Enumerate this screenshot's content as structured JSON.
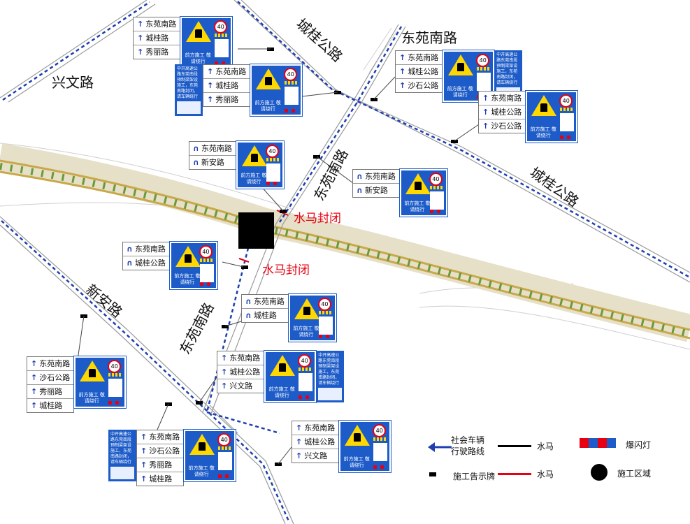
{
  "road_names": {
    "xingwen": "兴文路",
    "chenggui_top": "城桂公路",
    "dongyuan_top": "东苑南路",
    "dongyuan_mid": "东苑南路",
    "chenggui_right": "城桂公路",
    "xinan": "新安路",
    "dongyuan_bottom": "东苑南路"
  },
  "closure_labels": {
    "north": "水马封闭",
    "south": "水马封闭"
  },
  "sign_text": {
    "warning": "前方施工 敬请绕行",
    "speed": "40",
    "notice": "中开高速公路东莞南段预制梁架设施工，东苑南路封闭，请车辆绕行"
  },
  "signs": [
    {
      "id": "s1",
      "rows": [
        [
          "↑",
          "东苑南路"
        ],
        [
          "↑",
          "城桂路"
        ],
        [
          "↑",
          "秀丽路"
        ]
      ],
      "notice": false
    },
    {
      "id": "s2",
      "rows": [
        [
          "↑",
          "东苑南路"
        ],
        [
          "↑",
          "城桂路"
        ],
        [
          "↑",
          "秀丽路"
        ]
      ],
      "notice": true
    },
    {
      "id": "s3",
      "rows": [
        [
          "↑",
          "东苑南路"
        ],
        [
          "↑",
          "城桂公路"
        ],
        [
          "↑",
          "沙石公路"
        ]
      ],
      "notice": true
    },
    {
      "id": "s4",
      "rows": [
        [
          "↑",
          "东苑南路"
        ],
        [
          "↑",
          "城桂公路"
        ],
        [
          "↑",
          "沙石公路"
        ]
      ],
      "notice": false
    },
    {
      "id": "s5",
      "rows": [
        [
          "∩",
          "东苑南路"
        ],
        [
          "∩",
          "新安路"
        ]
      ],
      "notice": false
    },
    {
      "id": "s6",
      "rows": [
        [
          "∩",
          "东苑南路"
        ],
        [
          "∩",
          "新安路"
        ]
      ],
      "notice": false
    },
    {
      "id": "s7",
      "rows": [
        [
          "∩",
          "东苑南路"
        ],
        [
          "∩",
          "城桂公路"
        ]
      ],
      "notice": false
    },
    {
      "id": "s8",
      "rows": [
        [
          "∩",
          "东苑南路"
        ],
        [
          "∩",
          "城桂路"
        ]
      ],
      "notice": false
    },
    {
      "id": "s9",
      "rows": [
        [
          "↑",
          "东苑南路"
        ],
        [
          "↑",
          "城桂公路"
        ],
        [
          "↑",
          "兴文路"
        ]
      ],
      "notice": true
    },
    {
      "id": "s10",
      "rows": [
        [
          "↑",
          "东苑南路"
        ],
        [
          "↑",
          "沙石公路"
        ],
        [
          "↑",
          "秀丽路"
        ],
        [
          "↑",
          "城桂路"
        ]
      ],
      "notice": false
    },
    {
      "id": "s11",
      "rows": [
        [
          "↑",
          "东苑南路"
        ],
        [
          "↑",
          "沙石公路"
        ],
        [
          "↑",
          "秀丽路"
        ],
        [
          "↑",
          "城桂路"
        ]
      ],
      "notice": true
    },
    {
      "id": "s12",
      "rows": [
        [
          "↑",
          "东苑南路"
        ],
        [
          "↑",
          "城桂公路"
        ],
        [
          "↑",
          "兴文路"
        ]
      ],
      "notice": false
    }
  ],
  "legend": {
    "detour": "社会车辆\n行驶路线",
    "barrier_black": "水马",
    "flash_light": "爆闪灯",
    "notice_board": "施工告示牌",
    "barrier_red": "水马",
    "work_zone": "施工区域"
  },
  "colors": {
    "detour": "#1f3fb0",
    "closure_text": "#e60012",
    "sign_blue": "#1d5cc8",
    "warning_yellow": "#ffd800",
    "rail_gold": "#c8a84a",
    "rail_green": "#6a9a3a",
    "work_zone": "#000000"
  }
}
